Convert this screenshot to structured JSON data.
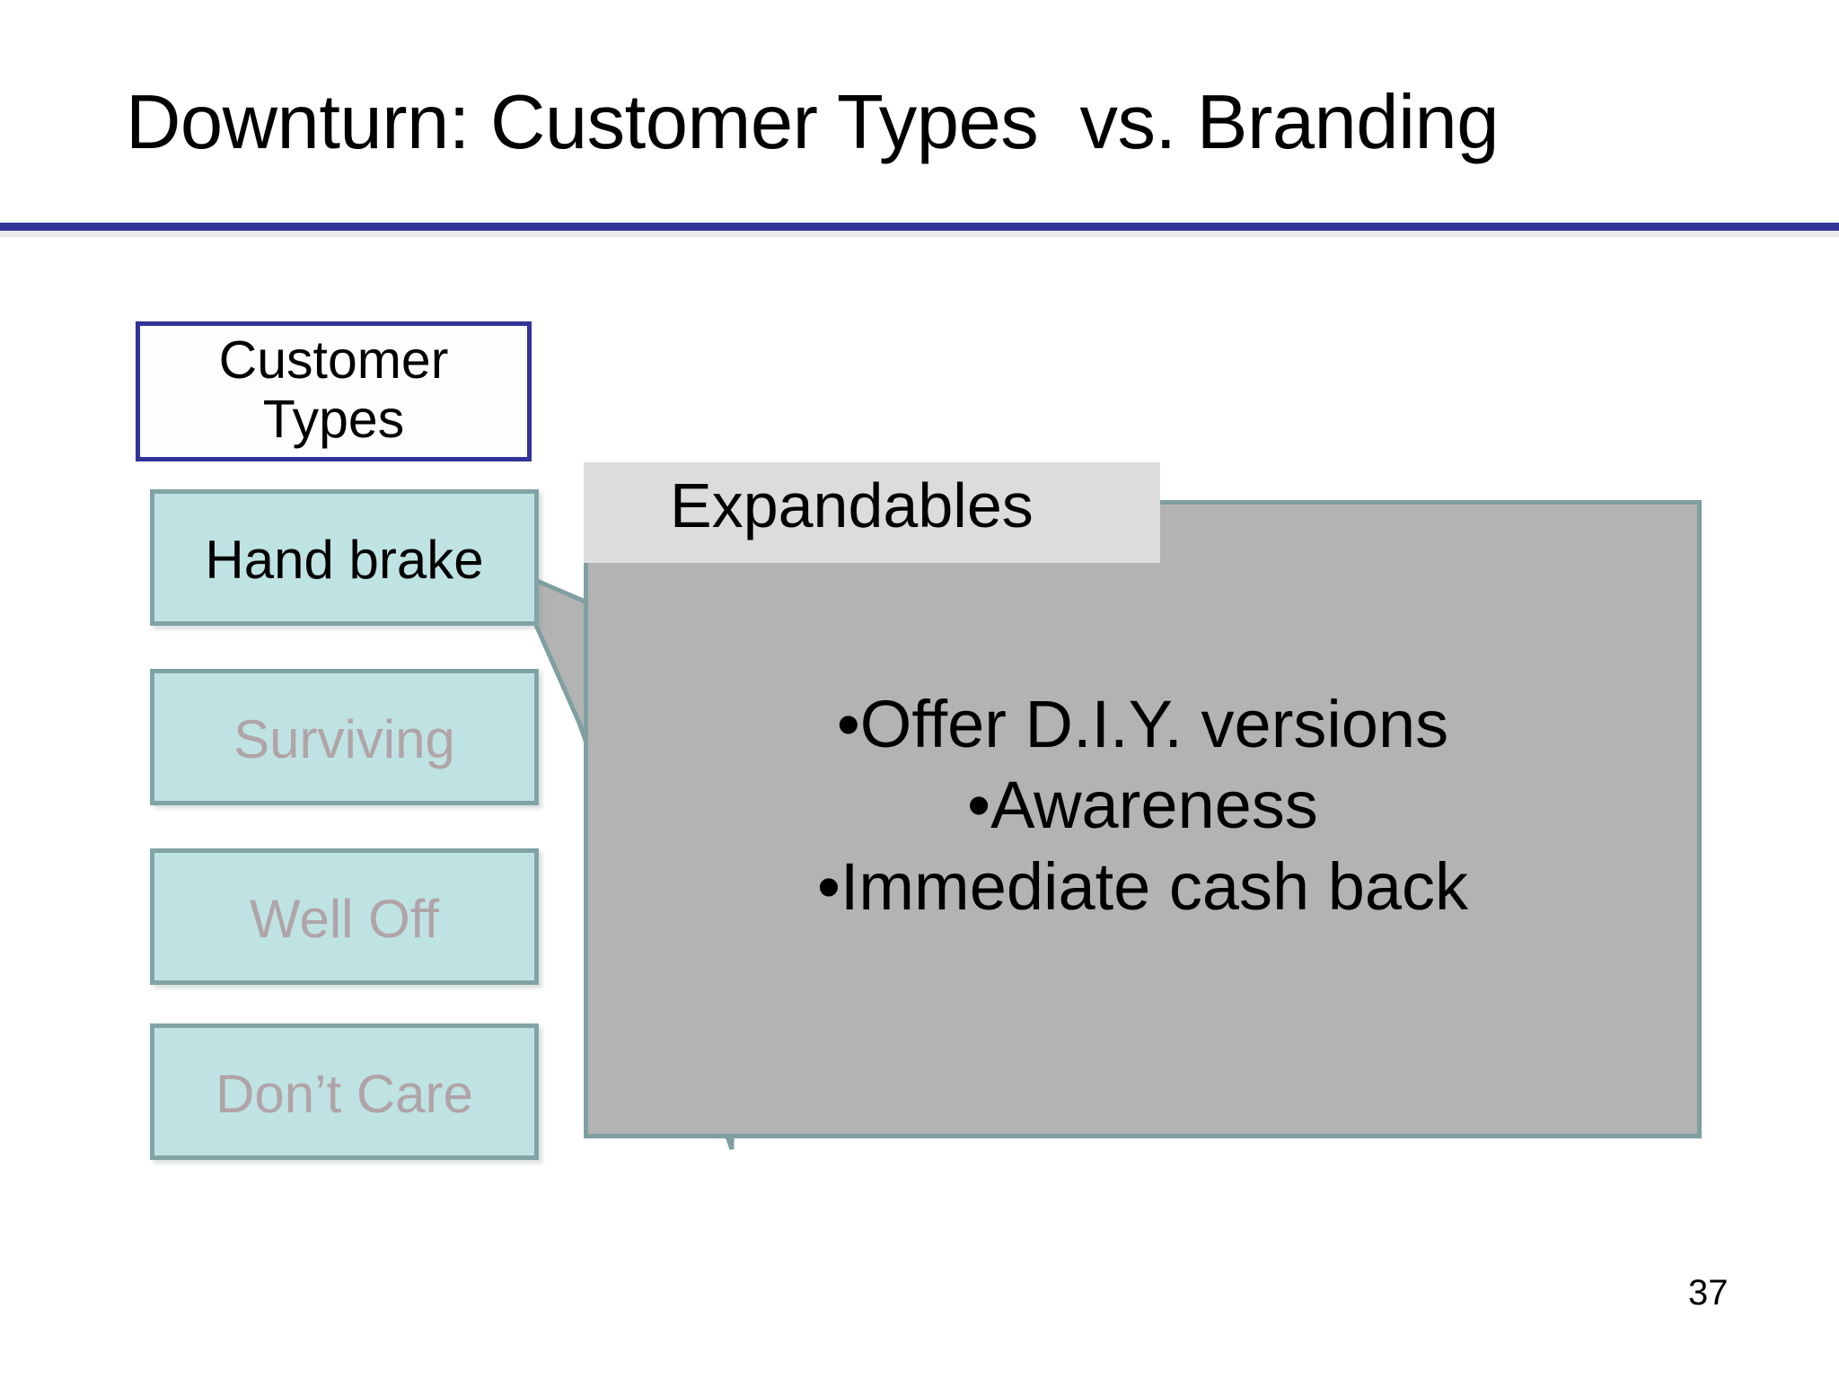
{
  "slide": {
    "title": "Downturn: Customer Types  vs. Branding",
    "page_number": "37",
    "accent_color": "#333399",
    "panel_color": "#b3b3b3",
    "panel_border_color": "#7f9fa0",
    "type_box_fill": "#bfe3e3",
    "type_box_border": "#82a3a4",
    "muted_text_color": "#b0a4a8",
    "expandables_header_fill": "#dcdcde"
  },
  "customer_types": {
    "header_label": "Customer\nTypes",
    "items": [
      {
        "label": "Hand brake",
        "state": "active"
      },
      {
        "label": "Surviving",
        "state": "dimmed"
      },
      {
        "label": "Well Off",
        "state": "dimmed"
      },
      {
        "label": "Don’t Care",
        "state": "dimmed"
      }
    ]
  },
  "callout": {
    "header": "Expandables",
    "bullets": [
      "•Offer D.I.Y. versions",
      "•Awareness",
      "•Immediate cash back"
    ],
    "points_to": "Hand brake"
  }
}
